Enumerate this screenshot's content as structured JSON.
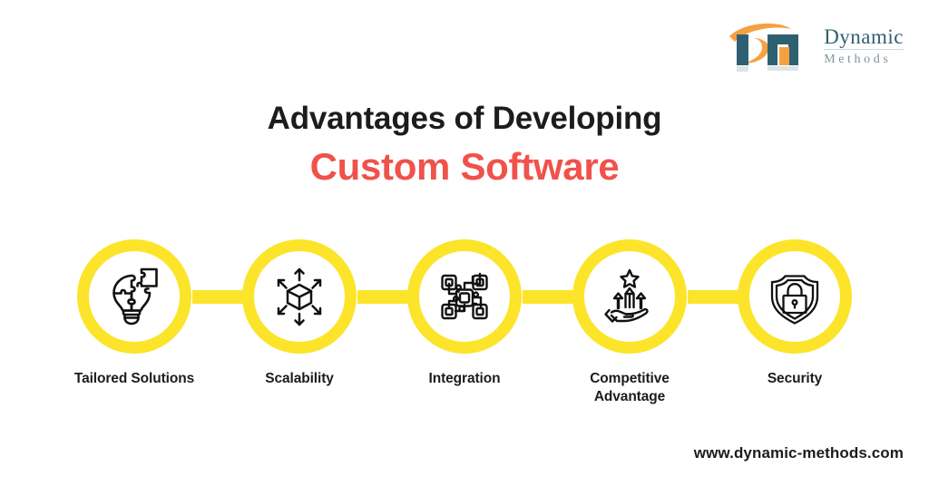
{
  "brand": {
    "logo_mark": "dm-monogram-logo",
    "name": "Dynamic",
    "tagline": "Methods",
    "colors": {
      "logo_teal": "#2f6072",
      "logo_orange": "#f5a142",
      "logo_sub": "#7d949d"
    }
  },
  "headline": {
    "line1": "Advantages of Developing",
    "line2": "Custom Software",
    "line1_color": "#1c1c1c",
    "line2_color": "#f0524b"
  },
  "theme": {
    "accent_yellow": "#fce42a",
    "icon_stroke": "#111111",
    "background": "#ffffff"
  },
  "steps": [
    {
      "label": "Tailored Solutions",
      "icon": "lightbulb-puzzle-icon"
    },
    {
      "label": "Scalability",
      "icon": "cube-expand-arrows-icon"
    },
    {
      "label": "Integration",
      "icon": "network-nodes-icon"
    },
    {
      "label": "Competitive\nAdvantage",
      "label_line1": "Competitive",
      "label_line2": "Advantage",
      "icon": "hand-growth-arrows-star-icon"
    },
    {
      "label": "Security",
      "icon": "shield-lock-icon"
    }
  ],
  "footer": {
    "url": "www.dynamic-methods.com"
  }
}
